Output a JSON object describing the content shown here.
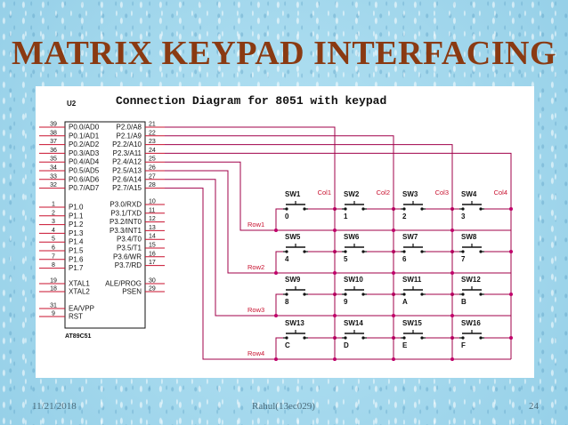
{
  "slide": {
    "title": "MATRIX KEYPAD INTERFACING",
    "footer_date": "11/21/2018",
    "footer_author": "Rahul(13ec029)",
    "footer_page": "24"
  },
  "diagram": {
    "heading": "Connection Diagram for 8051 with keypad",
    "chip_ref": "U2",
    "chip_part": "AT89C51",
    "left_pins": [
      {
        "num": "39",
        "name": "P0.0/AD0"
      },
      {
        "num": "38",
        "name": "P0.1/AD1"
      },
      {
        "num": "37",
        "name": "P0.2/AD2"
      },
      {
        "num": "36",
        "name": "P0.3/AD3"
      },
      {
        "num": "35",
        "name": "P0.4/AD4"
      },
      {
        "num": "34",
        "name": "P0.5/AD5"
      },
      {
        "num": "33",
        "name": "P0.6/AD6"
      },
      {
        "num": "32",
        "name": "P0.7/AD7"
      },
      {
        "num": "1",
        "name": "P1.0"
      },
      {
        "num": "2",
        "name": "P1.1"
      },
      {
        "num": "3",
        "name": "P1.2"
      },
      {
        "num": "4",
        "name": "P1.3"
      },
      {
        "num": "5",
        "name": "P1.4"
      },
      {
        "num": "6",
        "name": "P1.5"
      },
      {
        "num": "7",
        "name": "P1.6"
      },
      {
        "num": "8",
        "name": "P1.7"
      },
      {
        "num": "19",
        "name": "XTAL1"
      },
      {
        "num": "18",
        "name": "XTAL2"
      },
      {
        "num": "31",
        "name": "EA/VPP"
      },
      {
        "num": "9",
        "name": "RST"
      }
    ],
    "right_pins": [
      {
        "num": "21",
        "name": "P2.0/A8"
      },
      {
        "num": "22",
        "name": "P2.1/A9"
      },
      {
        "num": "23",
        "name": "P2.2/A10"
      },
      {
        "num": "24",
        "name": "P2.3/A11"
      },
      {
        "num": "25",
        "name": "P2.4/A12"
      },
      {
        "num": "26",
        "name": "P2.5/A13"
      },
      {
        "num": "27",
        "name": "P2.6/A14"
      },
      {
        "num": "28",
        "name": "P2.7/A15"
      },
      {
        "num": "10",
        "name": "P3.0/RXD"
      },
      {
        "num": "11",
        "name": "P3.1/TXD"
      },
      {
        "num": "12",
        "name": "P3.2/INT0"
      },
      {
        "num": "13",
        "name": "P3.3/INT1"
      },
      {
        "num": "14",
        "name": "P3.4/T0"
      },
      {
        "num": "15",
        "name": "P3.5/T1"
      },
      {
        "num": "16",
        "name": "P3.6/WR"
      },
      {
        "num": "17",
        "name": "P3.7/RD"
      },
      {
        "num": "30",
        "name": "ALE/PROG"
      },
      {
        "num": "29",
        "name": "PSEN"
      }
    ],
    "rows": [
      "Row1",
      "Row2",
      "Row3",
      "Row4"
    ],
    "columns": [
      "Col1",
      "Col2",
      "Col3",
      "Col4"
    ],
    "switches": [
      "SW1",
      "SW2",
      "SW3",
      "SW4",
      "SW5",
      "SW6",
      "SW7",
      "SW8",
      "SW9",
      "SW10",
      "SW11",
      "SW12",
      "SW13",
      "SW14",
      "SW15",
      "SW16"
    ],
    "keys": [
      "0",
      "1",
      "2",
      "3",
      "4",
      "5",
      "6",
      "7",
      "8",
      "9",
      "A",
      "B",
      "C",
      "D",
      "E",
      "F"
    ],
    "colors": {
      "wire": "#a0004a",
      "pin_line": "#c8102e",
      "label_red": "#c8102e",
      "title": "#8a3a12"
    }
  }
}
